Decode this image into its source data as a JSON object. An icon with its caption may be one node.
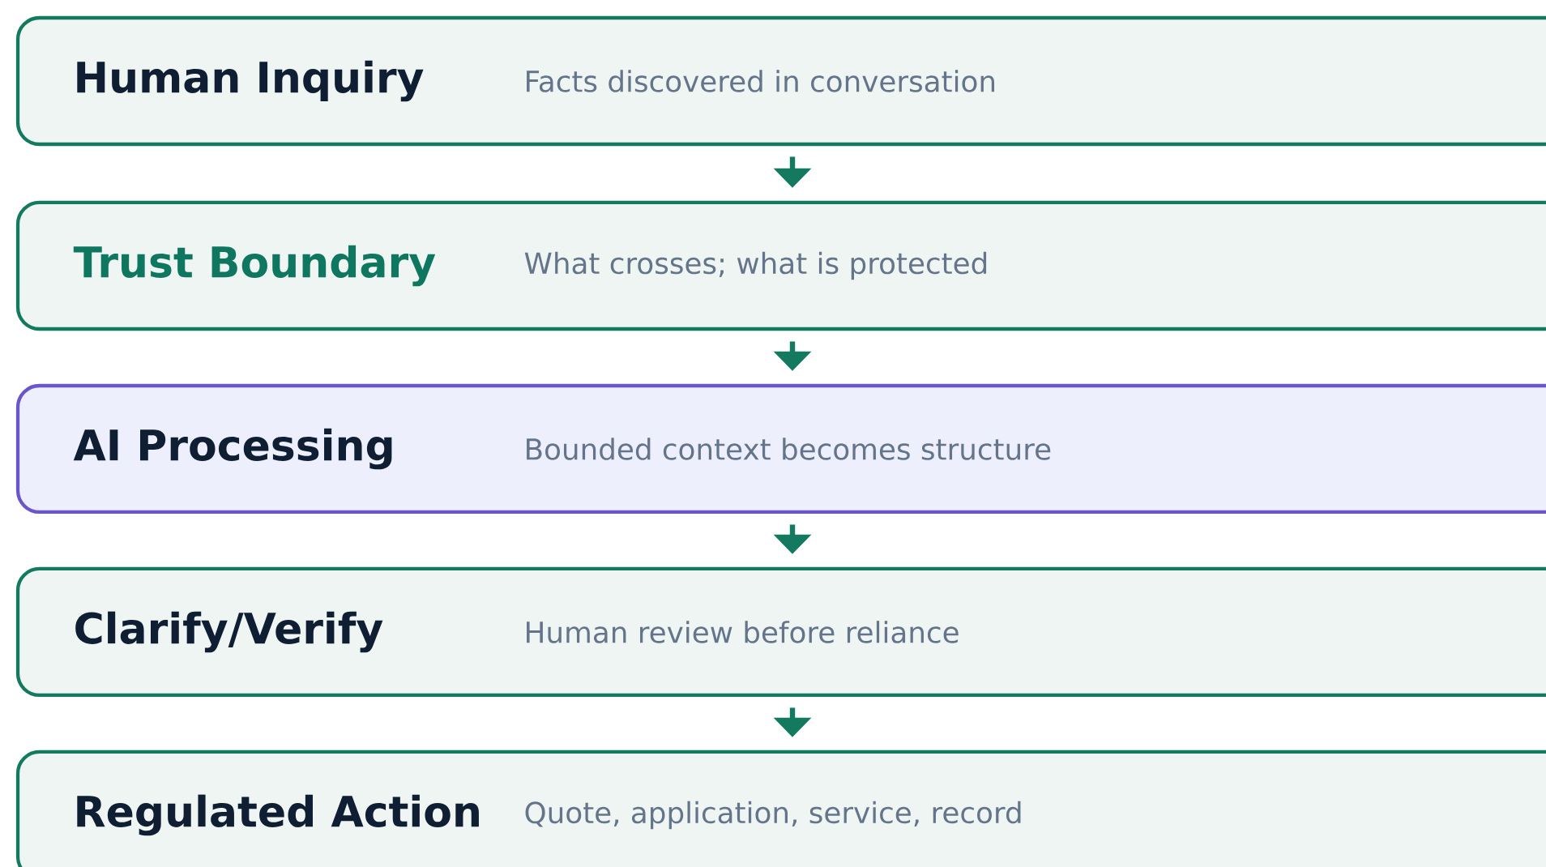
{
  "diagram": {
    "nodes": [
      {
        "text": [
          "Human Inquiry",
          "Facts discovered in conversation"
        ]
      },
      {
        "text": [
          "Trust Boundary",
          "What crosses; what is protected"
        ]
      },
      {
        "text": [
          "AI Processing",
          "Bounded context becomes structure"
        ]
      },
      {
        "text": [
          "Clarify/Verify",
          "Human review before reliance"
        ]
      },
      {
        "text": [
          "Regulated Action",
          "Quote, application, service, record"
        ]
      }
    ],
    "edges": [
      {
        "from": 0,
        "to": 1,
        "arrow": "to"
      },
      {
        "from": 1,
        "to": 2,
        "arrow": "to"
      },
      {
        "from": 2,
        "to": 3,
        "arrow": "to"
      },
      {
        "from": 3,
        "to": 4,
        "arrow": "to"
      }
    ]
  }
}
